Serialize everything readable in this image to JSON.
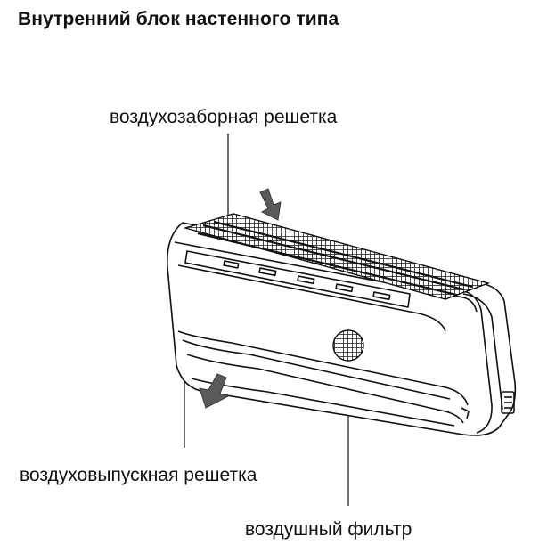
{
  "title": "Внутренний блок настенного типа",
  "labels": {
    "air_intake_grille": "воздухозаборная решетка",
    "air_outlet_grille": "воздуховыпускная решетка",
    "air_filter": "воздушный фильтр"
  },
  "colors": {
    "outline": "#111111",
    "arrow": "#5a5a5a",
    "grille": "#1a1a1a"
  },
  "icons": [
    "airflow-in-arrow-icon",
    "airflow-out-arrow-icon"
  ]
}
